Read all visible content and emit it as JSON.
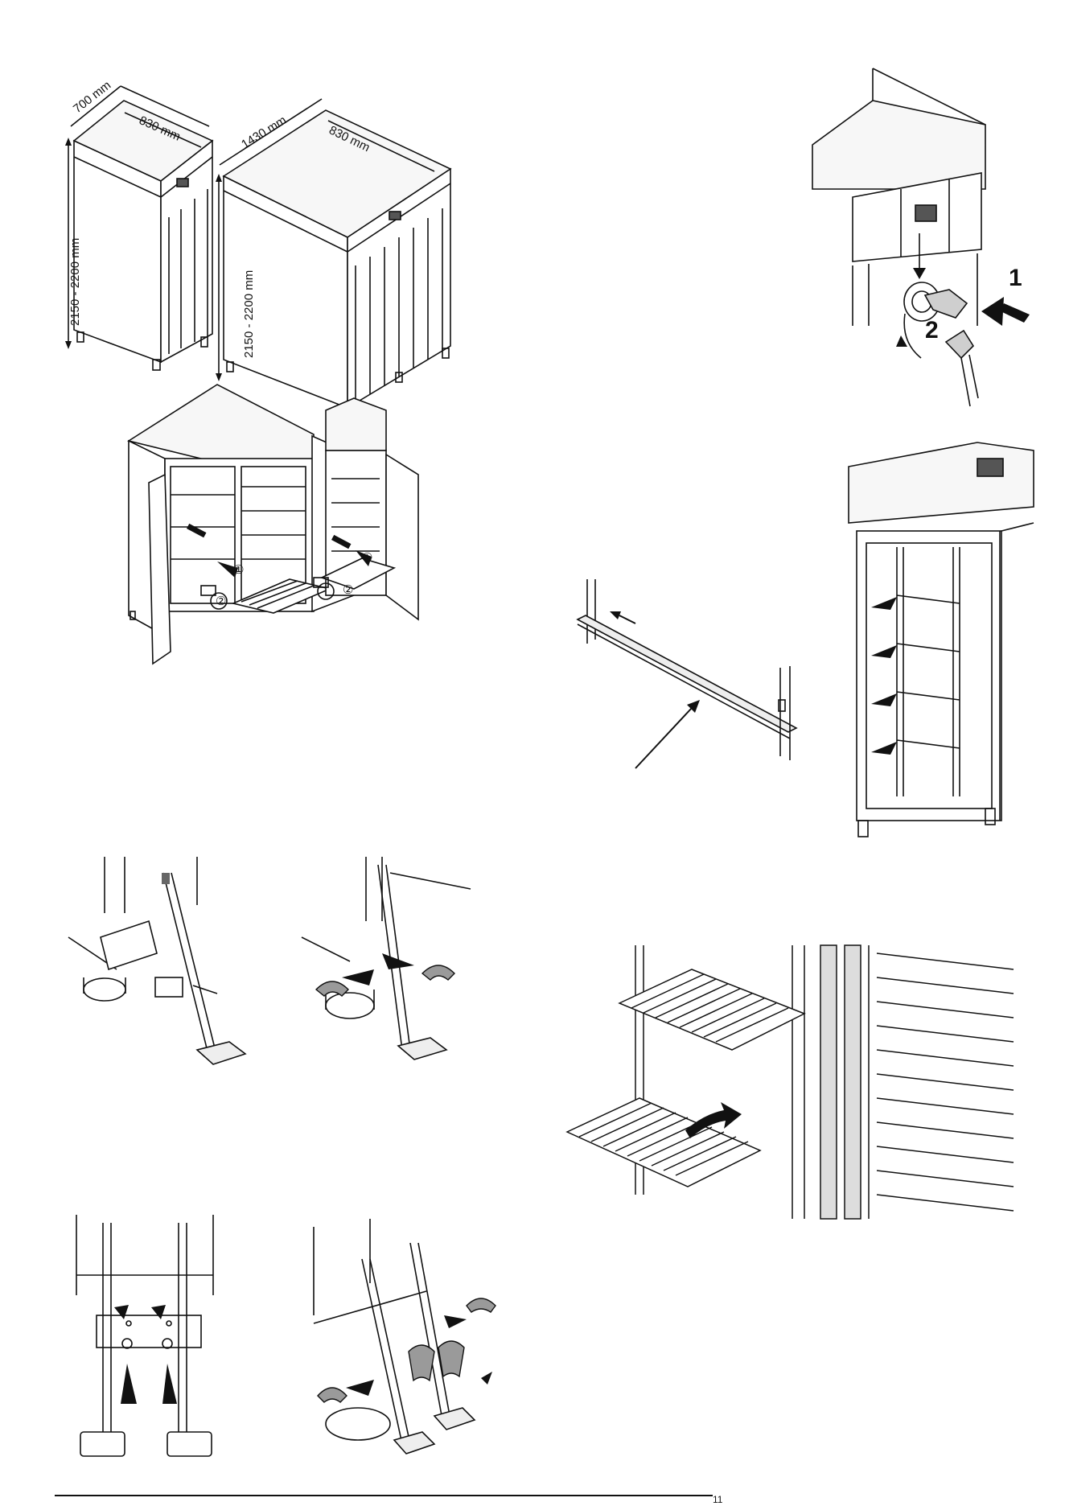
{
  "fig1": {
    "single_width": "700 mm",
    "single_depth": "830 mm",
    "single_height": "2150 - 2200 mm",
    "double_width": "1430 mm",
    "double_depth": "830 mm",
    "double_height": "2150 - 2200 mm"
  },
  "fig2": {
    "step1": "1",
    "step2": "2"
  },
  "fig3": {
    "left_step1": "①",
    "left_step2": "②",
    "right_step1": "①",
    "right_step2": "②"
  },
  "footer": {
    "page_mark": "11"
  },
  "colors": {
    "line": "#111111",
    "accent_grey": "#555555",
    "fill_light": "#f7f7f7"
  },
  "icons": [
    "arrow-icon",
    "key-icon",
    "lock-icon"
  ]
}
